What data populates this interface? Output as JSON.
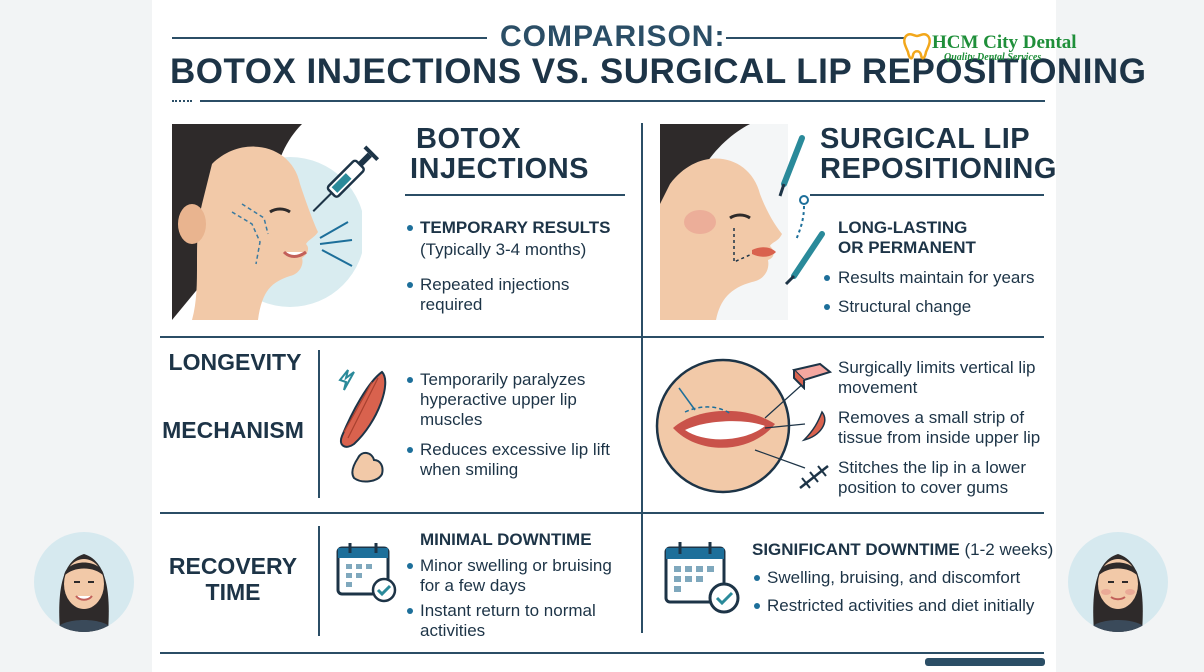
{
  "header": {
    "kicker": "COMPARISON:",
    "title": "BOTOX INJECTIONS VS. SURGICAL LIP REPOSITIONING"
  },
  "logo": {
    "name": "HCM City Dental",
    "tagline": "Quality Dental Services"
  },
  "botox": {
    "heading_line1": "BOTOX",
    "heading_line2": "INJECTIONS",
    "result_bold": "TEMPORARY RESULTS",
    "result_detail": "(Typically 3-4 months)",
    "repeat_line1": "Repeated injections",
    "repeat_line2": "required",
    "mech_1_line1": "Temporarily paralyzes",
    "mech_1_line2": "hyperactive upper lip",
    "mech_1_line3": "muscles",
    "mech_2_line1": "Reduces excessive lip lift",
    "mech_2_line2": "when smiling",
    "recovery_bold": "MINIMAL DOWNTIME",
    "recovery_1_line1": "Minor swelling or bruising",
    "recovery_1_line2": "for a few days",
    "recovery_2_line1": "Instant return to normal",
    "recovery_2_line2": "activities"
  },
  "surgery": {
    "heading_line1": "SURGICAL LIP",
    "heading_line2": "REPOSITIONING",
    "result_bold_line1": "LONG-LASTING",
    "result_bold_line2": "OR PERMANENT",
    "result_1": "Results maintain for years",
    "result_2": "Structural change",
    "mech_1_line1": "Surgically limits vertical lip",
    "mech_1_line2": "movement",
    "mech_2_line1": "Removes a small strip of",
    "mech_2_line2": "tissue from inside upper lip",
    "mech_3_line1": "Stitches the lip in a lower",
    "mech_3_line2": "position to cover gums",
    "recovery_bold": "SIGNIFICANT DOWNTIME",
    "recovery_paren": " (1-2 weeks)",
    "recovery_1": "Swelling, bruising, and discomfort",
    "recovery_2": "Restricted activities and diet initially"
  },
  "rows": {
    "longevity": "LONGEVITY",
    "mechanism": "MECHANISM",
    "recovery_line1": "RECOVERY",
    "recovery_line2": "TIME"
  },
  "icons": [
    "syringe-icon",
    "scalpel-icon",
    "muscle-icon",
    "lightning-icon",
    "flexed-arm-icon",
    "calendar-check-icon",
    "tissue-strip-icon",
    "stitches-icon",
    "woman-avatar-icon"
  ],
  "colors": {
    "navy": "#1d3447",
    "accent_blue": "#1d6f9a",
    "light_blue": "#d6e9ef",
    "logo_green": "#1f8f3a",
    "logo_orange": "#f2a71b"
  }
}
